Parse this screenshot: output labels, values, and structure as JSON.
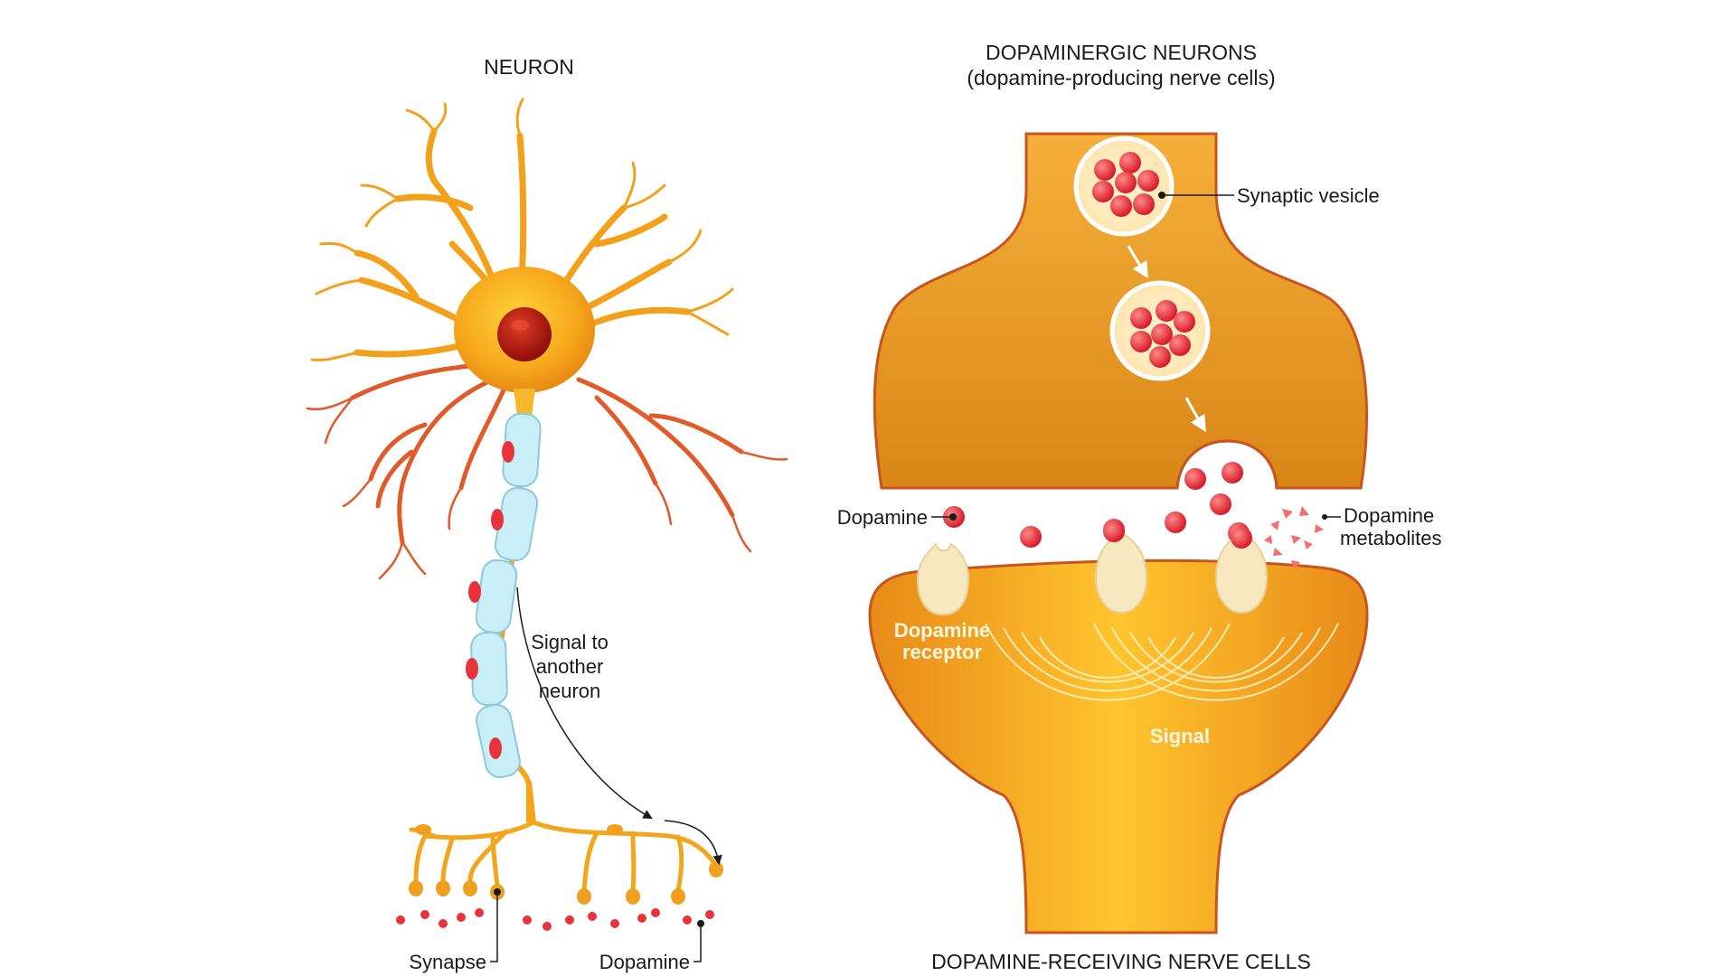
{
  "titles": {
    "neuron": "NEURON",
    "dopaminergic": "DOPAMINERGIC NEURONS",
    "dopaminergic_sub": "(dopamine-producing nerve cells)",
    "receiving": "DOPAMINE-RECEIVING NERVE CELLS"
  },
  "labels": {
    "signal_to_another_neuron": [
      "Signal to",
      "another",
      "neuron"
    ],
    "synapse": "Synapse",
    "dopamine_left": "Dopamine",
    "synaptic_vesicle": "Synaptic vesicle",
    "dopamine_cleft": "Dopamine",
    "dopamine_metabolites": [
      "Dopamine",
      "metabolites"
    ],
    "dopamine_receptor": [
      "Dopamine",
      "receptor"
    ],
    "signal": "Signal"
  },
  "colors": {
    "cell_body": "#f5a91a",
    "nucleus": "#b5180f",
    "myelin": "#c8eef8",
    "dopamine": "#e8323c",
    "terminal": "#f0a020",
    "receptor": "#f8e8c0",
    "membrane": "#d0603a"
  }
}
